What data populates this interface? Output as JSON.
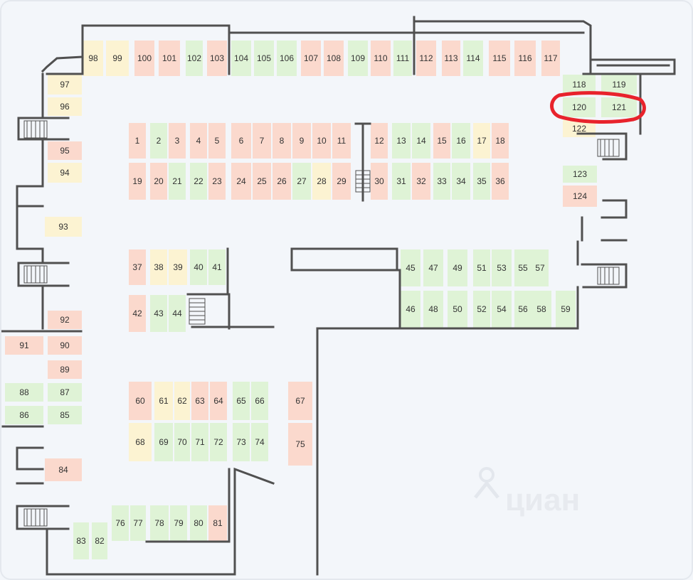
{
  "colors": {
    "background": "#f3f6fa",
    "frame": "#ffffff",
    "wall": "#505050",
    "free": "#dff3d6",
    "occupied": "#fbd9cd",
    "reserved": "#fcf3d2",
    "highlight": "#e8232c",
    "watermark": "#e6e9ee"
  },
  "spots": [
    {
      "id": "98",
      "status": "reserved"
    },
    {
      "id": "99",
      "status": "reserved"
    },
    {
      "id": "100",
      "status": "occupied"
    },
    {
      "id": "101",
      "status": "occupied"
    },
    {
      "id": "102",
      "status": "free"
    },
    {
      "id": "103",
      "status": "occupied"
    },
    {
      "id": "104",
      "status": "free"
    },
    {
      "id": "105",
      "status": "free"
    },
    {
      "id": "106",
      "status": "free"
    },
    {
      "id": "107",
      "status": "occupied"
    },
    {
      "id": "108",
      "status": "occupied"
    },
    {
      "id": "109",
      "status": "free"
    },
    {
      "id": "110",
      "status": "occupied"
    },
    {
      "id": "111",
      "status": "free"
    },
    {
      "id": "112",
      "status": "occupied"
    },
    {
      "id": "113",
      "status": "occupied"
    },
    {
      "id": "114",
      "status": "free"
    },
    {
      "id": "115",
      "status": "occupied"
    },
    {
      "id": "116",
      "status": "occupied"
    },
    {
      "id": "117",
      "status": "occupied"
    },
    {
      "id": "118",
      "status": "free"
    },
    {
      "id": "119",
      "status": "free"
    },
    {
      "id": "120",
      "status": "free"
    },
    {
      "id": "121",
      "status": "free"
    },
    {
      "id": "122",
      "status": "reserved"
    },
    {
      "id": "123",
      "status": "free"
    },
    {
      "id": "124",
      "status": "occupied"
    },
    {
      "id": "97",
      "status": "reserved"
    },
    {
      "id": "96",
      "status": "reserved"
    },
    {
      "id": "95",
      "status": "occupied"
    },
    {
      "id": "94",
      "status": "reserved"
    },
    {
      "id": "93",
      "status": "reserved"
    },
    {
      "id": "1",
      "status": "occupied"
    },
    {
      "id": "2",
      "status": "free"
    },
    {
      "id": "3",
      "status": "occupied"
    },
    {
      "id": "4",
      "status": "occupied"
    },
    {
      "id": "5",
      "status": "occupied"
    },
    {
      "id": "6",
      "status": "occupied"
    },
    {
      "id": "7",
      "status": "occupied"
    },
    {
      "id": "8",
      "status": "occupied"
    },
    {
      "id": "9",
      "status": "occupied"
    },
    {
      "id": "10",
      "status": "occupied"
    },
    {
      "id": "11",
      "status": "occupied"
    },
    {
      "id": "12",
      "status": "occupied"
    },
    {
      "id": "13",
      "status": "free"
    },
    {
      "id": "14",
      "status": "free"
    },
    {
      "id": "15",
      "status": "occupied"
    },
    {
      "id": "16",
      "status": "free"
    },
    {
      "id": "17",
      "status": "reserved"
    },
    {
      "id": "18",
      "status": "occupied"
    },
    {
      "id": "19",
      "status": "occupied"
    },
    {
      "id": "20",
      "status": "occupied"
    },
    {
      "id": "21",
      "status": "free"
    },
    {
      "id": "22",
      "status": "free"
    },
    {
      "id": "23",
      "status": "occupied"
    },
    {
      "id": "24",
      "status": "occupied"
    },
    {
      "id": "25",
      "status": "occupied"
    },
    {
      "id": "26",
      "status": "occupied"
    },
    {
      "id": "27",
      "status": "free"
    },
    {
      "id": "28",
      "status": "reserved"
    },
    {
      "id": "29",
      "status": "occupied"
    },
    {
      "id": "30",
      "status": "occupied"
    },
    {
      "id": "31",
      "status": "free"
    },
    {
      "id": "32",
      "status": "occupied"
    },
    {
      "id": "33",
      "status": "free"
    },
    {
      "id": "34",
      "status": "free"
    },
    {
      "id": "35",
      "status": "free"
    },
    {
      "id": "36",
      "status": "occupied"
    },
    {
      "id": "37",
      "status": "occupied"
    },
    {
      "id": "38",
      "status": "reserved"
    },
    {
      "id": "39",
      "status": "reserved"
    },
    {
      "id": "40",
      "status": "free"
    },
    {
      "id": "41",
      "status": "free"
    },
    {
      "id": "42",
      "status": "occupied"
    },
    {
      "id": "43",
      "status": "free"
    },
    {
      "id": "44",
      "status": "free"
    },
    {
      "id": "45",
      "status": "free"
    },
    {
      "id": "47",
      "status": "free"
    },
    {
      "id": "49",
      "status": "free"
    },
    {
      "id": "51",
      "status": "free"
    },
    {
      "id": "53",
      "status": "free"
    },
    {
      "id": "55",
      "status": "free"
    },
    {
      "id": "57",
      "status": "free"
    },
    {
      "id": "46",
      "status": "free"
    },
    {
      "id": "48",
      "status": "free"
    },
    {
      "id": "50",
      "status": "free"
    },
    {
      "id": "52",
      "status": "free"
    },
    {
      "id": "54",
      "status": "free"
    },
    {
      "id": "56",
      "status": "free"
    },
    {
      "id": "58",
      "status": "free"
    },
    {
      "id": "59",
      "status": "free"
    },
    {
      "id": "92",
      "status": "occupied"
    },
    {
      "id": "91",
      "status": "occupied"
    },
    {
      "id": "90",
      "status": "occupied"
    },
    {
      "id": "89",
      "status": "occupied"
    },
    {
      "id": "88",
      "status": "free"
    },
    {
      "id": "87",
      "status": "free"
    },
    {
      "id": "86",
      "status": "free"
    },
    {
      "id": "85",
      "status": "free"
    },
    {
      "id": "84",
      "status": "occupied"
    },
    {
      "id": "60",
      "status": "occupied"
    },
    {
      "id": "61",
      "status": "reserved"
    },
    {
      "id": "62",
      "status": "reserved"
    },
    {
      "id": "63",
      "status": "occupied"
    },
    {
      "id": "64",
      "status": "occupied"
    },
    {
      "id": "65",
      "status": "free"
    },
    {
      "id": "66",
      "status": "free"
    },
    {
      "id": "67",
      "status": "occupied"
    },
    {
      "id": "68",
      "status": "reserved"
    },
    {
      "id": "69",
      "status": "free"
    },
    {
      "id": "70",
      "status": "free"
    },
    {
      "id": "71",
      "status": "free"
    },
    {
      "id": "72",
      "status": "free"
    },
    {
      "id": "73",
      "status": "free"
    },
    {
      "id": "74",
      "status": "free"
    },
    {
      "id": "75",
      "status": "occupied"
    },
    {
      "id": "83",
      "status": "free"
    },
    {
      "id": "82",
      "status": "free"
    },
    {
      "id": "76",
      "status": "free"
    },
    {
      "id": "77",
      "status": "free"
    },
    {
      "id": "78",
      "status": "free"
    },
    {
      "id": "79",
      "status": "free"
    },
    {
      "id": "80",
      "status": "free"
    },
    {
      "id": "81",
      "status": "occupied"
    }
  ],
  "highlighted": [
    "120",
    "121"
  ],
  "watermark": {
    "text": "циан"
  }
}
